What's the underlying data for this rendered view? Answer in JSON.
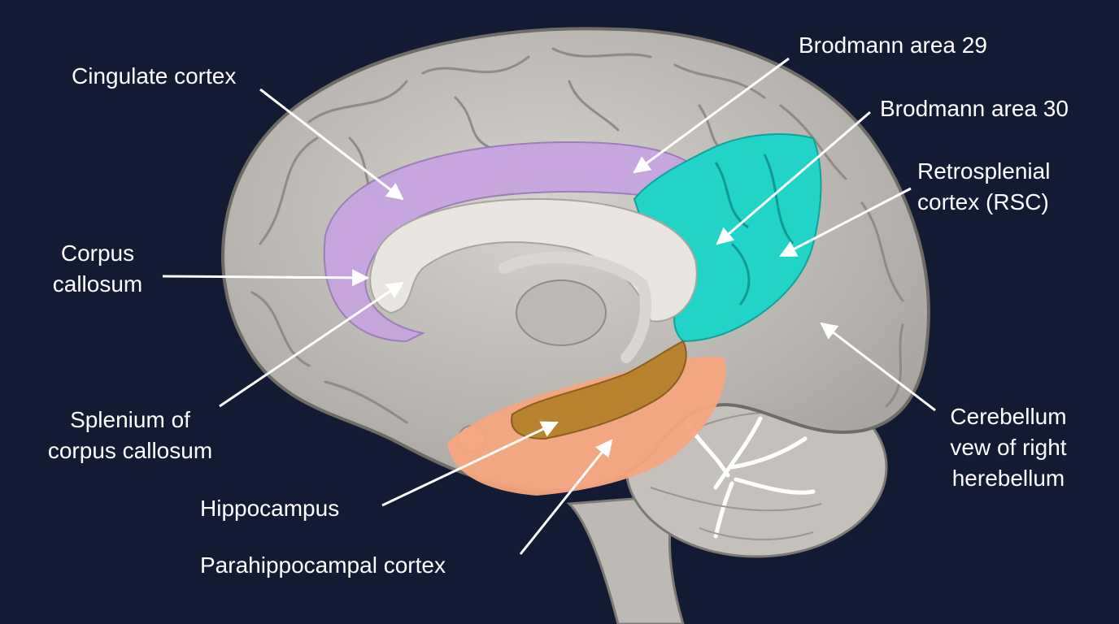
{
  "labels": {
    "cingulate": "Cingulate cortex",
    "ba29": "Brodmann area 29",
    "ba30": "Brodmann area 30",
    "rsc_1": "Retrosplenial",
    "rsc_2": "cortex (RSC)",
    "cc_1": "Corpus",
    "cc_2": "callosum",
    "splenium_1": "Splenium of",
    "splenium_2": "corpus callosum",
    "hippocampus": "Hippocampus",
    "parahippocampal": "Parahippocampal cortex",
    "cerebellum_1": "Cerebellum",
    "cerebellum_2": "vew of right",
    "cerebellum_3": "herebellum"
  },
  "colors": {
    "background": "#131a33",
    "brain": "#c9c6c1",
    "cingulate": "#c7a4e0",
    "retrosplenial": "#22d3c8",
    "hippocampus": "#b8822f",
    "parahippocampal": "#f5a57e",
    "corpus_callosum": "#e9e6e1"
  }
}
